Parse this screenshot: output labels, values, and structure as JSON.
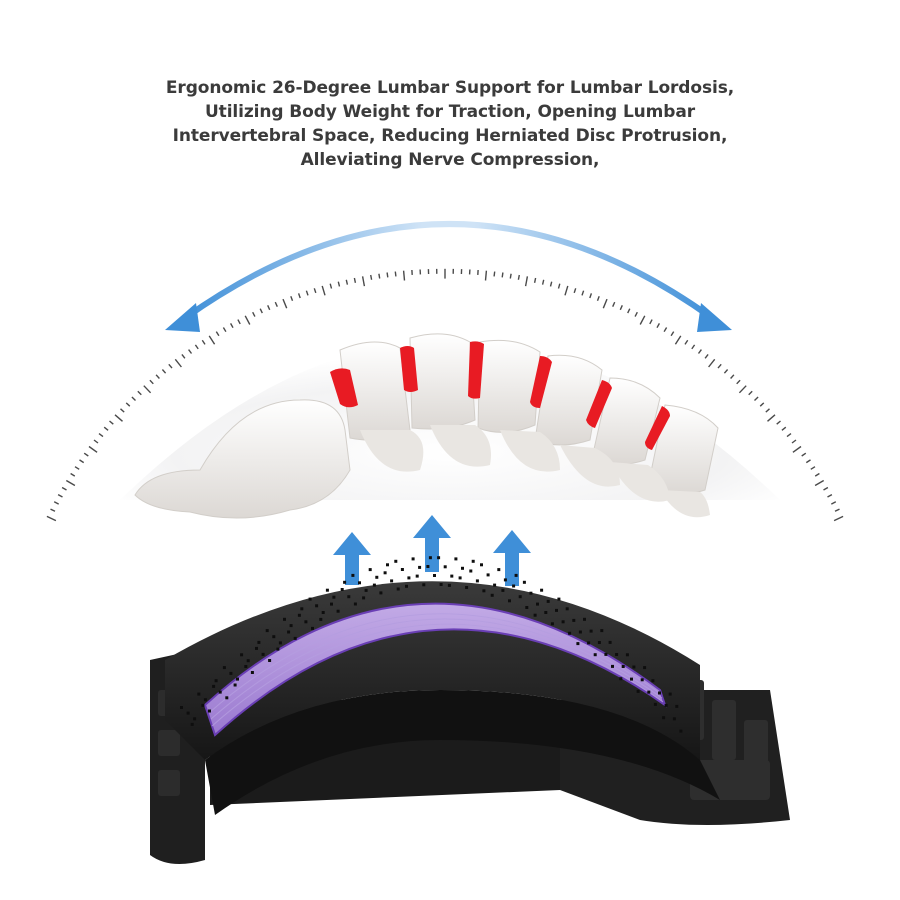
{
  "caption": {
    "lines": [
      "Ergonomic 26-Degree Lumbar Support for Lumbar Lordosis,",
      "Utilizing Body Weight for Traction, Opening Lumbar",
      "Intervertebral Space, Reducing Herniated Disc Protrusion,",
      "Alleviating Nerve Compression,"
    ]
  },
  "colors": {
    "arrow": "#3f8fd8",
    "disc": "#e81b23",
    "bone": "#f4f1ee",
    "device": "#2a2a2a",
    "pad": "#a98bd6",
    "pad_edge": "#6a3fb5",
    "text": "#3b3b3b"
  },
  "illustration": {
    "arc_arrow": "double-headed-curved-arrow",
    "lift_arrows": 3,
    "vertebrae": 6,
    "device": "back-stretcher-with-purple-cushion"
  }
}
